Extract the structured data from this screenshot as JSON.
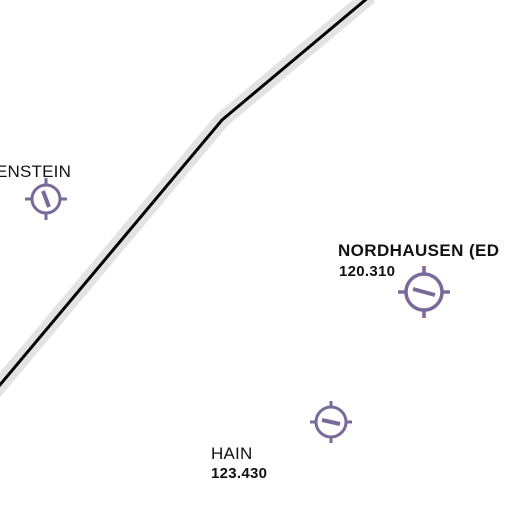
{
  "map": {
    "boundary": {
      "casing_color": "#e3e3e3",
      "line_color": "#000000"
    },
    "airfield_symbol_color": "#7a6a9a",
    "airfields": [
      {
        "id": "left-partial",
        "name": "ENSTEIN",
        "frequency": null,
        "symbol": "airfield-icon"
      },
      {
        "id": "nordhausen",
        "name": "NORDHAUSEN (ED",
        "frequency": "120.310",
        "symbol": "airfield-icon"
      },
      {
        "id": "hain",
        "name": "HAIN",
        "frequency": "123.430",
        "symbol": "airfield-icon"
      }
    ]
  }
}
